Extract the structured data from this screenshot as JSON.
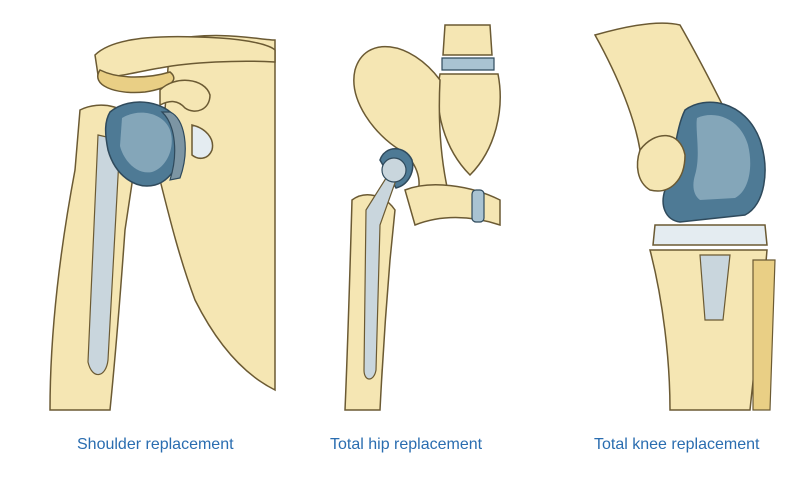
{
  "colors": {
    "bone": "#f5e6b3",
    "bone_shade": "#e9cf85",
    "outline": "#6b5a33",
    "implant_dark": "#4e7a95",
    "implant_light": "#a9c3d2",
    "metal": "#c9d6dd",
    "caption_text": "#2a6db0"
  },
  "captions": {
    "shoulder": "Shoulder replacement",
    "hip": "Total hip replacement",
    "knee": "Total knee replacement"
  }
}
